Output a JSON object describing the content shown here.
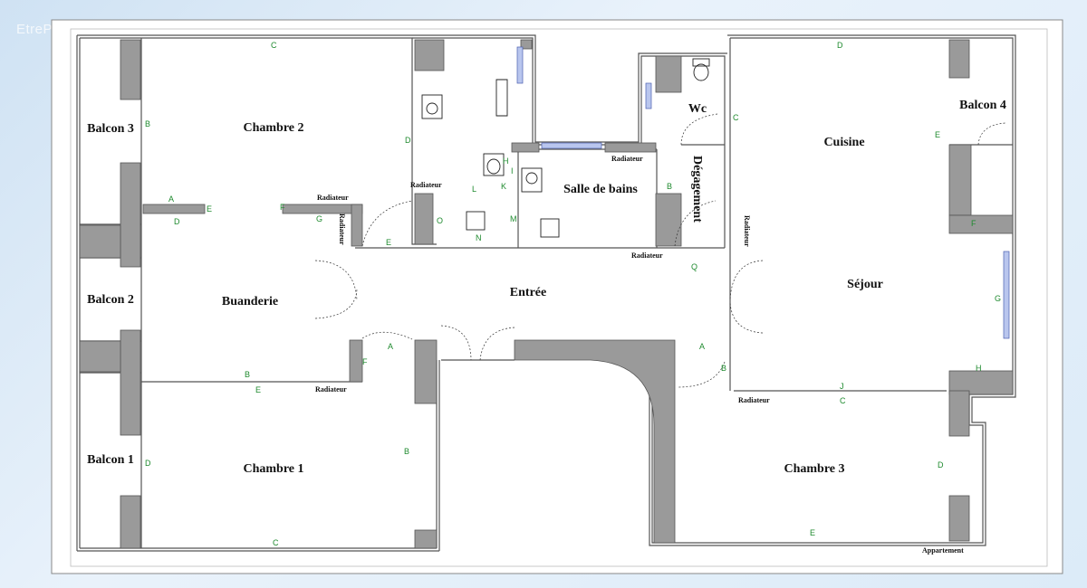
{
  "watermark": "EtreProprio.com",
  "footer_label": "Appartement",
  "rooms": [
    {
      "id": "chambre-2",
      "label": "Chambre 2"
    },
    {
      "id": "chambre-1",
      "label": "Chambre 1"
    },
    {
      "id": "chambre-3",
      "label": "Chambre 3"
    },
    {
      "id": "buanderie",
      "label": "Buanderie"
    },
    {
      "id": "balcon-1",
      "label": "Balcon 1"
    },
    {
      "id": "balcon-2",
      "label": "Balcon 2"
    },
    {
      "id": "balcon-3",
      "label": "Balcon 3"
    },
    {
      "id": "balcon-4",
      "label": "Balcon 4"
    },
    {
      "id": "entree",
      "label": "Entrée"
    },
    {
      "id": "salle-de-bains",
      "label": "Salle de bains"
    },
    {
      "id": "wc",
      "label": "Wc"
    },
    {
      "id": "cuisine",
      "label": "Cuisine"
    },
    {
      "id": "sejour",
      "label": "Séjour"
    },
    {
      "id": "degagement",
      "label": "Dégagement"
    }
  ],
  "radiateur_label": "Radiateur",
  "wall_codes": [
    "C",
    "B",
    "D",
    "A",
    "E",
    "F",
    "G",
    "D",
    "E",
    "H",
    "I",
    "K",
    "L",
    "M",
    "N",
    "O",
    "Q",
    "J",
    "C",
    "E",
    "B",
    "A",
    "F",
    "D",
    "B",
    "C",
    "D",
    "B",
    "E",
    "G",
    "F",
    "H",
    "C",
    "A",
    "B",
    "D",
    "E"
  ]
}
